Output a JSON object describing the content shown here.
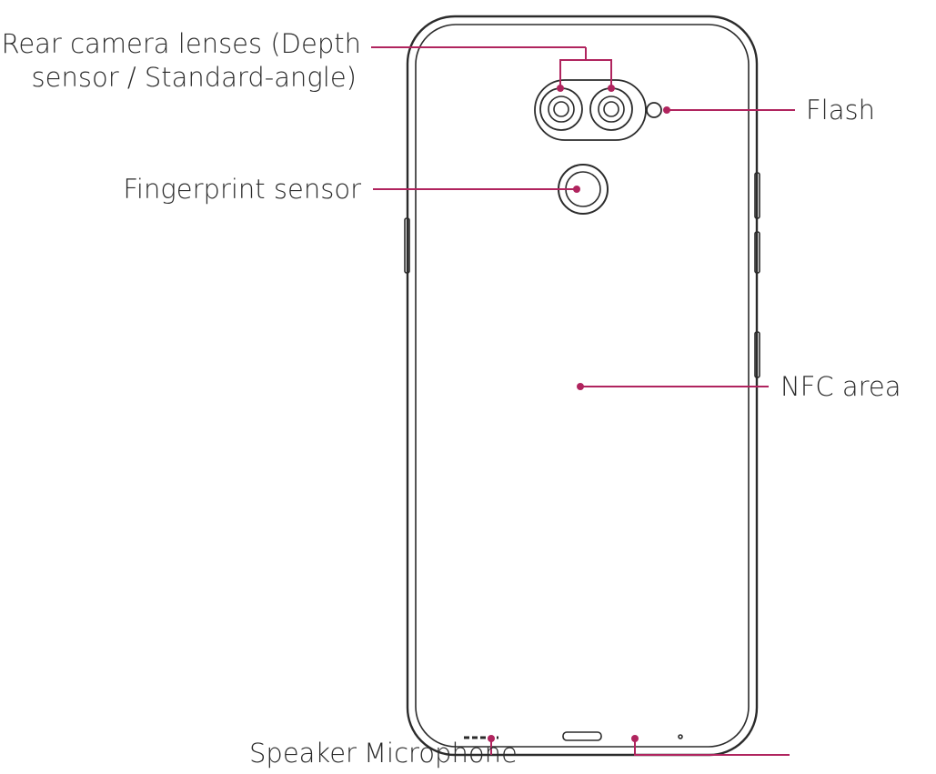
{
  "colors": {
    "leader": "#b0245e",
    "outline": "#2b2b2b",
    "text": "#2a2a2a"
  },
  "labels": {
    "rear_camera_line1": "Rear camera lenses (Depth",
    "rear_camera_line2": "sensor / Standard-angle)",
    "flash": "Flash",
    "fingerprint": "Fingerprint sensor",
    "nfc": "NFC area",
    "speaker": "Speaker",
    "microphone": "Microphone"
  }
}
